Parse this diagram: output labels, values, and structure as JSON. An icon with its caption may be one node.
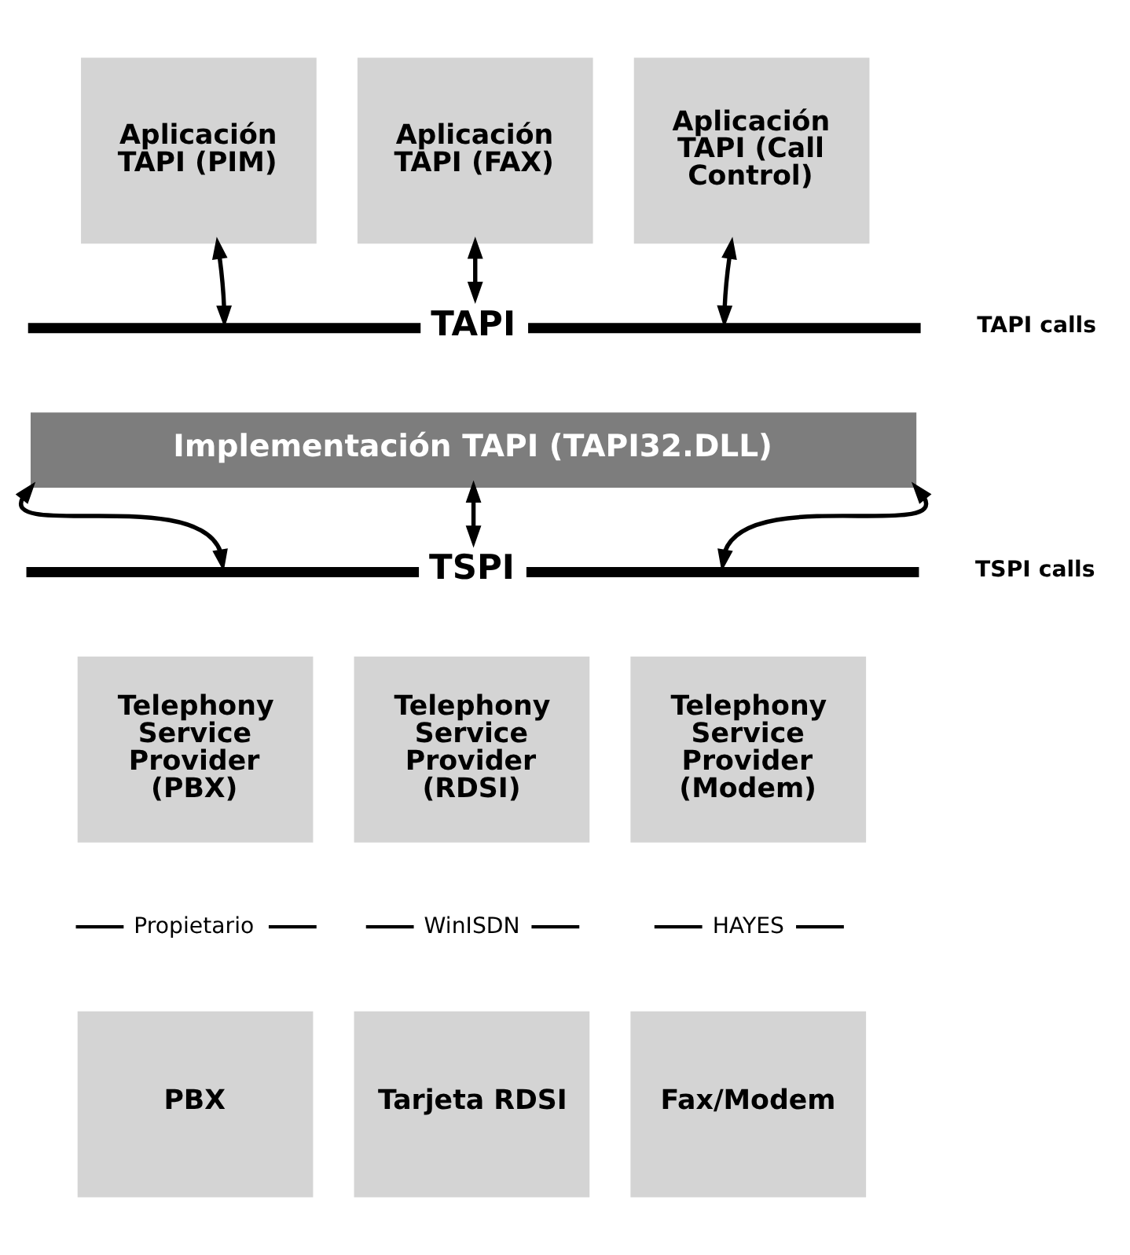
{
  "diagram": {
    "nodes": [
      {
        "text": [
          "Aplicación TAPI (PIM)"
        ]
      },
      {
        "text": [
          "Aplicación TAPI (FAX)"
        ]
      },
      {
        "text": [
          "Aplicación TAPI (Call Control)"
        ]
      },
      {
        "text": [
          "TAPI"
        ]
      },
      {
        "text": [
          "Implementación TAPI (TAPI32.DLL)"
        ]
      },
      {
        "text": [
          "TSPI"
        ]
      },
      {
        "text": [
          "Telephony Service Provider (PBX)"
        ]
      },
      {
        "text": [
          "Telephony Service Provider (RDSI)"
        ]
      },
      {
        "text": [
          "Telephony Service Provider (Modem)"
        ]
      },
      {
        "text": [
          "PBX"
        ]
      },
      {
        "text": [
          "Tarjeta RDSI"
        ]
      },
      {
        "text": [
          "Fax/Modem"
        ]
      }
    ],
    "edges": [
      {
        "from": 0,
        "to": 3,
        "arrow": "both"
      },
      {
        "from": 1,
        "to": 3,
        "arrow": "both"
      },
      {
        "from": 2,
        "to": 3,
        "arrow": "both"
      },
      {
        "from": 4,
        "to": 5,
        "arrow": "both"
      },
      {
        "from": 4,
        "to": 5,
        "arrow": "both"
      },
      {
        "from": 4,
        "to": 5,
        "arrow": "both"
      }
    ],
    "labels": [
      "TAPI calls",
      "TSPI calls",
      "Propietario",
      "WinISDN",
      "HAYES"
    ]
  }
}
